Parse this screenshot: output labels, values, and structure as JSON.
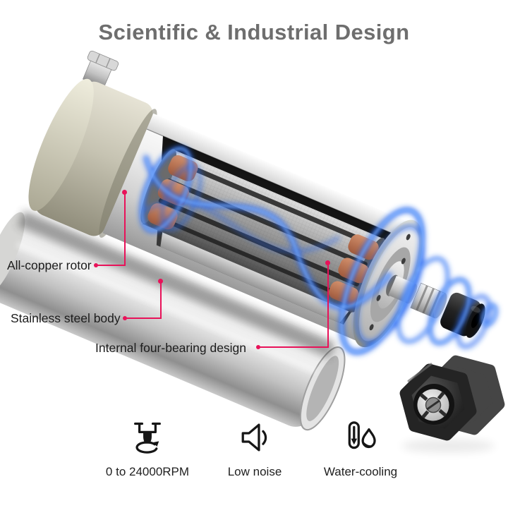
{
  "title": {
    "text": "Scientific & Industrial Design",
    "color": "#6e6e6e"
  },
  "annotations": [
    {
      "id": "all-copper-rotor",
      "label": "All-copper rotor"
    },
    {
      "id": "stainless-steel-body",
      "label": "Stainless steel body"
    },
    {
      "id": "internal-four-bearing",
      "label": "Internal four-bearing design"
    }
  ],
  "features": [
    {
      "icon": "spindle-rpm-icon",
      "label": "0 to 24000RPM"
    },
    {
      "icon": "speaker-icon",
      "label": "Low noise"
    },
    {
      "icon": "thermometer-droplet-icon",
      "label": "Water-cooling"
    }
  ],
  "colors": {
    "accent_pink": "#e81259",
    "glow_blue": "#2566f0",
    "glow_blue_core": "#7fb5ff",
    "title_gray": "#6e6e6e",
    "text_dark": "#1c1c1c",
    "end_cap_beige": "#c6c3b2",
    "copper": "#b86a49"
  }
}
